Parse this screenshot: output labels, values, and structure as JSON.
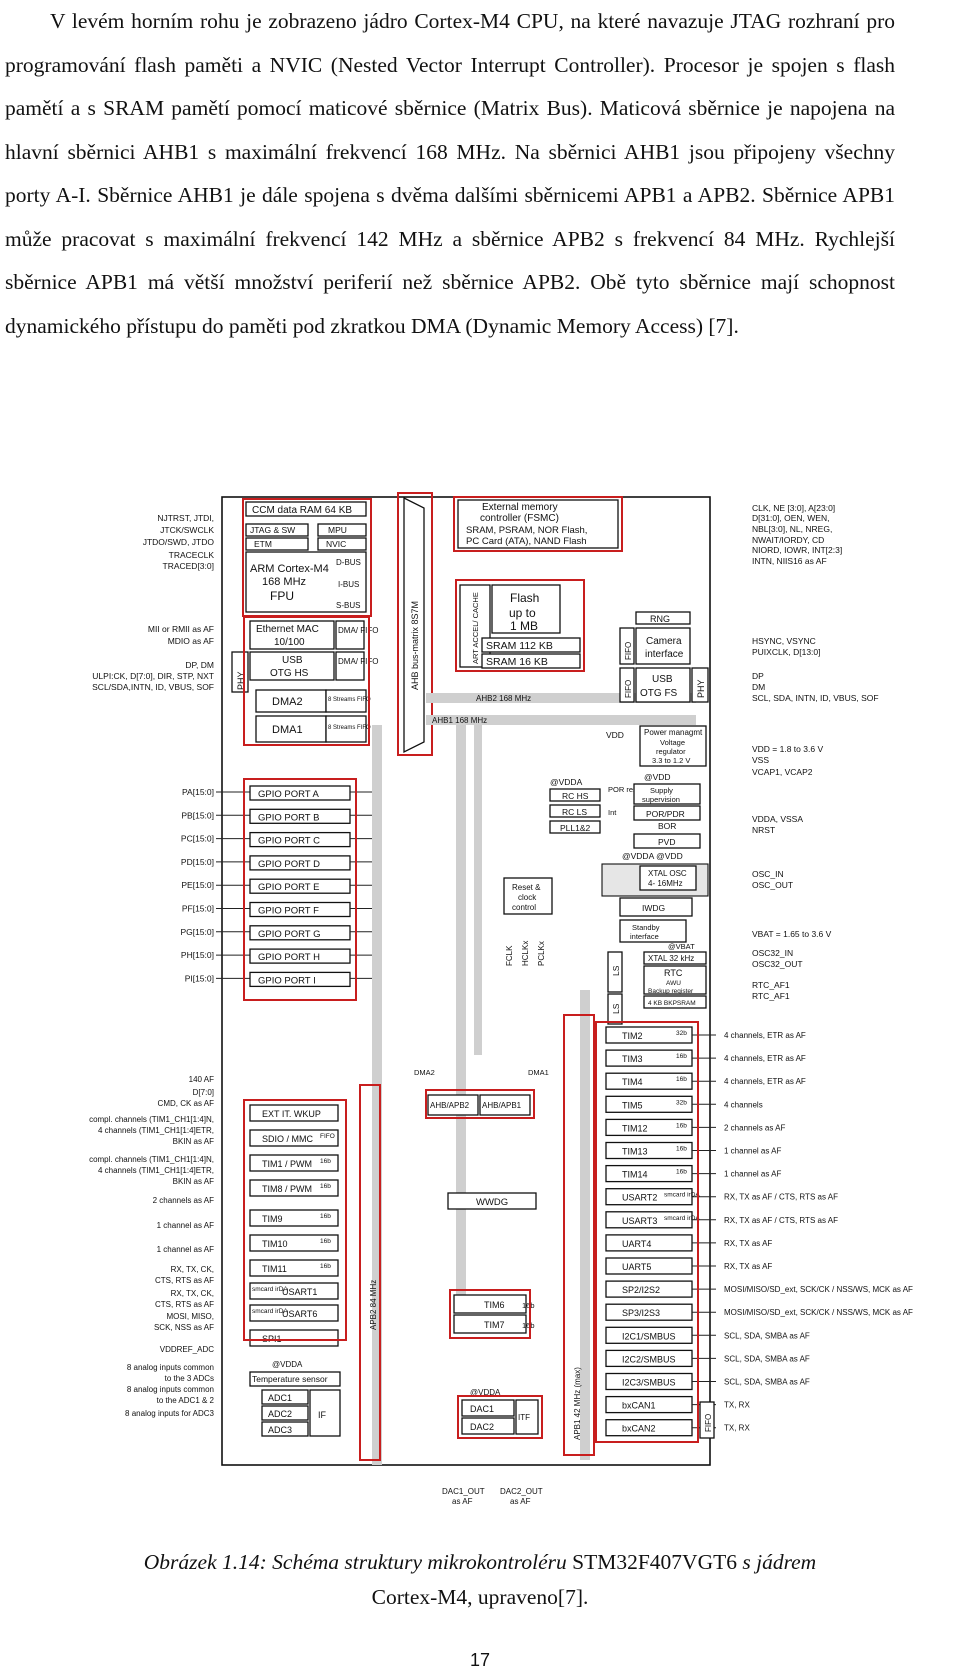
{
  "paragraph": "V levém horním rohu je zobrazeno jádro Cortex-M4 CPU, na které navazuje JTAG rozhraní pro programování flash paměti a NVIC (Nested Vector Interrupt Controller). Procesor je spojen s flash pamětí a s SRAM pamětí pomocí maticové sběrnice (Matrix Bus). Maticová sběrnice je napojena na hlavní sběrnici AHB1 s maximální frekvencí 168 MHz. Na sběrnici AHB1 jsou připojeny všechny porty A-I. Sběrnice AHB1 je dále spojena s dvěma dalšími sběrnicemi APB1 a APB2. Sběrnice APB1 může pracovat s maximální frekvencí 142 MHz a sběrnice APB2 s frekvencí 84 MHz. Rychlejší sběrnice APB1 má větší množství periferií než sběrnice APB2. Obě tyto sběrnice mají schopnost dynamického přístupu do paměti pod zkratkou DMA (Dynamic Memory Access) [7].",
  "caption": {
    "prefix": "Obrázek 1.14: Schéma struktury mikrokontroléru",
    "part": "STM32F407VGT6",
    "middle": "s jádrem",
    "suffix": "Cortex-M4, upraveno[7]."
  },
  "page_number": "17",
  "diagram": {
    "core": {
      "ccm": "CCM data RAM 64 KB",
      "jtag": "JTAG & SW",
      "mpu": "MPU",
      "etm": "ETM",
      "nvic": "NVIC",
      "cpu1": "ARM Cortex-M4",
      "cpu2": "168 MHz",
      "cpu3": "FPU",
      "dbus": "D-BUS",
      "ibus": "I-BUS",
      "sbus": "S-BUS",
      "eth1": "Ethernet MAC",
      "eth2": "10/100",
      "dmafifo": "DMA/ FIFO",
      "usbhs1": "USB",
      "usbhs2": "OTG HS",
      "fifo": "DMA/ FIFO",
      "phy": "PHY",
      "dma2": "DMA2",
      "dma1": "DMA1",
      "streams": "8 Streams FIFO",
      "matrix": "AHB bus-matrix 8S7M"
    },
    "fsmc": [
      "External memory",
      "controller (FSMC)",
      "SRAM, PSRAM, NOR Flash,",
      "PC Card (ATA), NAND Flash"
    ],
    "art": "ART ACCEL/ CACHE",
    "flash": [
      "Flash",
      "up to",
      "1 MB"
    ],
    "sram1": "SRAM 112 KB",
    "sram2": "SRAM 16 KB",
    "ahb2": "AHB2 168 MHz",
    "ahb1": "AHB1 168 MHz",
    "rng": "RNG",
    "camera": [
      "Camera",
      "interface"
    ],
    "usbfs": [
      "USB",
      "OTG FS"
    ],
    "fifo2": "FIFO",
    "phy2": "PHY",
    "left_signals": [
      "NJTRST, JTDI,",
      "JTCK/SWCLK",
      "JTDO/SWD, JTDO",
      "TRACECLK",
      "TRACED[3:0]",
      "MII or RMII as AF",
      "MDIO as AF",
      "DP, DM",
      "ULPI:CK, D[7:0], DIR, STP, NXT",
      "SCL/SDA,INTN, ID, VBUS, SOF"
    ],
    "right_signals": [
      "CLK, NE [3:0], A[23:0]",
      "D[31:0], OEN, WEN,",
      "NBL[3:0], NL, NREG,",
      "NWAIT/IORDY, CD",
      "NIORD, IOWR, INT[2:3]",
      "INTN, NIIS16 as AF",
      "HSYNC, VSYNC",
      "PUIXCLK, D[13:0]",
      "DP",
      "DM",
      "SCL, SDA, INTN, ID, VBUS, SOF"
    ],
    "power": {
      "vdd": "VDD",
      "pm": [
        "Power managmt",
        "Voltage",
        "regulator",
        "3.3 to 1.2 V"
      ],
      "vddr": "VDD = 1.8 to 3.6 V",
      "vss": "VSS",
      "vcap": "VCAP1, VCAP2",
      "vdda1": "@VDDA",
      "vdda2": "@VDD",
      "rchs": "RC HS",
      "rcls": "RC LS",
      "pll": "PLL1&2",
      "por": "POR reset",
      "int": "Int",
      "supply": [
        "Supply",
        "supervision"
      ],
      "porpdr": "POR/PDR",
      "bor": "BOR",
      "pvd": "PVD",
      "vddavdd": "@VDDA @VDD",
      "vddavssa": "VDDA, VSSA",
      "nrst": "NRST",
      "xtal": [
        "XTAL OSC",
        "4- 16MHz"
      ],
      "oscin": "OSC_IN",
      "oscout": "OSC_OUT",
      "iwdg": "IWDG",
      "standby": [
        "Standby",
        "interface"
      ],
      "vbat": "VBAT = 1.65 to 3.6 V",
      "vbatlbl": "@VBAT",
      "xtal32": "XTAL 32 kHz",
      "rtc": [
        "RTC",
        "AWU",
        "Backup register"
      ],
      "bksram": "4 KB BKPSRAM",
      "osc32in": "OSC32_IN",
      "osc32out": "OSC32_OUT",
      "rtcaf1": "RTC_AF1",
      "rtcaf2": "RTC_AF1",
      "ls1": "LS",
      "ls2": "LS",
      "reset": [
        "Reset &",
        "clock",
        "control"
      ],
      "fclk": "FCLK",
      "hclk": "HCLKx",
      "pclk": "PCLKx"
    },
    "gpio_pins": [
      "PA[15:0]",
      "PB[15:0]",
      "PC[15:0]",
      "PD[15:0]",
      "PE[15:0]",
      "PF[15:0]",
      "PG[15:0]",
      "PH[15:0]",
      "PI[15:0]"
    ],
    "gpio_ports": [
      "GPIO PORT A",
      "GPIO PORT B",
      "GPIO PORT C",
      "GPIO PORT D",
      "GPIO PORT E",
      "GPIO PORT F",
      "GPIO PORT G",
      "GPIO PORT H",
      "GPIO PORT I"
    ],
    "dma2lbl": "DMA2",
    "dma1lbl": "DMA1",
    "ahbapb2": "AHB/APB2",
    "ahbapb1": "AHB/APB1",
    "apb2": [
      {
        "n": "EXT IT. WKUP",
        "s": ""
      },
      {
        "n": "SDIO / MMC",
        "s": "FIFO"
      },
      {
        "n": "TIM1 / PWM",
        "s": "16b"
      },
      {
        "n": "TIM8 / PWM",
        "s": "16b"
      },
      {
        "n": "TIM9",
        "s": "16b"
      },
      {
        "n": "TIM10",
        "s": "16b"
      },
      {
        "n": "TIM11",
        "s": "16b"
      },
      {
        "n": "USART1",
        "s": "smcard irDA"
      },
      {
        "n": "USART6",
        "s": "smcard irDA"
      },
      {
        "n": "SPI1",
        "s": ""
      }
    ],
    "apb2_left": [
      "140 AF",
      "D[7:0]",
      "CMD, CK as AF",
      "compl. channels (TIM1_CH1[1:4]N,",
      "4 channels (TIM1_CH1[1:4]ETR,",
      "BKIN as AF",
      "compl. channels (TIM1_CH1[1:4]N,",
      "4 channels (TIM1_CH1[1:4]ETR,",
      "BKIN as AF",
      "2 channels as AF",
      "1 channel as AF",
      "1 channel as AF",
      "RX, TX, CK,",
      "CTS, RTS as AF",
      "RX, TX, CK,",
      "CTS, RTS as AF",
      "MOSI, MISO,",
      "SCK, NSS as AF",
      "VDDREF_ADC",
      "8 analog inputs common",
      "to the 3 ADCs",
      "8 analog inputs common",
      "to the ADC1 & 2",
      "8 analog inputs for ADC3"
    ],
    "apb2lbl": "APB2 84 MHz",
    "apb1lbl": "APB1 42 MHz (max)",
    "vdda_t": "@VDDA",
    "tsens": "Temperature sensor",
    "adc": [
      "ADC1",
      "ADC2",
      "ADC3"
    ],
    "if": "IF",
    "wwdg": "WWDG",
    "tim6": "TIM6",
    "tim7": "TIM7",
    "b16": "16b",
    "vdda_d": "@VDDA",
    "dac1": "DAC1",
    "dac2": "DAC2",
    "itf": "ITF",
    "dacout": [
      "DAC1_OUT",
      "as AF",
      "DAC2_OUT",
      "as AF"
    ],
    "apb1": [
      {
        "n": "TIM2",
        "s": "32b",
        "r": "4 channels, ETR as AF"
      },
      {
        "n": "TIM3",
        "s": "16b",
        "r": "4 channels, ETR as AF"
      },
      {
        "n": "TIM4",
        "s": "16b",
        "r": "4 channels, ETR as AF"
      },
      {
        "n": "TIM5",
        "s": "32b",
        "r": "4 channels"
      },
      {
        "n": "TIM12",
        "s": "16b",
        "r": "2 channels as AF"
      },
      {
        "n": "TIM13",
        "s": "16b",
        "r": "1 channel as AF"
      },
      {
        "n": "TIM14",
        "s": "16b",
        "r": "1 channel as AF"
      },
      {
        "n": "USART2",
        "s": "smcard irDA",
        "r": "RX, TX as AF / CTS, RTS as AF"
      },
      {
        "n": "USART3",
        "s": "smcard irDA",
        "r": "RX, TX as AF / CTS, RTS as AF"
      },
      {
        "n": "UART4",
        "s": "",
        "r": "RX, TX as AF"
      },
      {
        "n": "UART5",
        "s": "",
        "r": "RX, TX as AF"
      },
      {
        "n": "SP2/I2S2",
        "s": "",
        "r": "MOSI/MISO/SD_ext, SCK/CK / NSS/WS, MCK as AF"
      },
      {
        "n": "SP3/I2S3",
        "s": "",
        "r": "MOSI/MISO/SD_ext, SCK/CK / NSS/WS, MCK as AF"
      },
      {
        "n": "I2C1/SMBUS",
        "s": "",
        "r": "SCL, SDA, SMBA as AF"
      },
      {
        "n": "I2C2/SMBUS",
        "s": "",
        "r": "SCL, SDA, SMBA as AF"
      },
      {
        "n": "I2C3/SMBUS",
        "s": "",
        "r": "SCL, SDA, SMBA as AF"
      },
      {
        "n": "bxCAN1",
        "s": "",
        "r": "TX, RX"
      },
      {
        "n": "bxCAN2",
        "s": "",
        "r": "TX, RX"
      }
    ],
    "fifo3": "FIFO"
  }
}
